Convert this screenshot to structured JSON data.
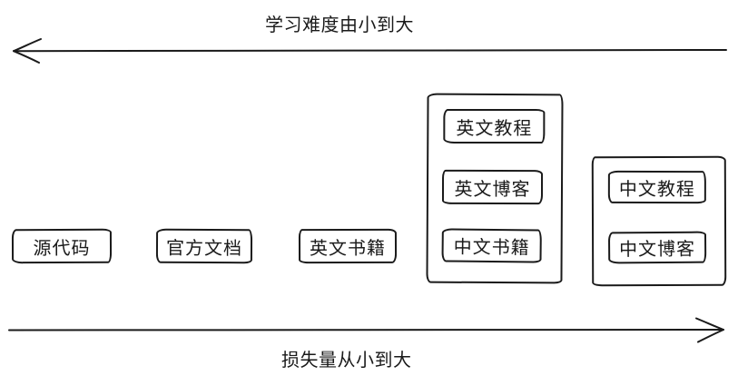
{
  "diagram": {
    "top_axis": {
      "label": "学习难度由小到大",
      "direction": "left"
    },
    "bottom_axis": {
      "label": "损失量从小到大",
      "direction": "right"
    },
    "nodes": {
      "source_code": "源代码",
      "official_docs": "官方文档",
      "english_books": "英文书籍",
      "english_tutorials": "英文教程",
      "english_blogs": "英文博客",
      "chinese_books": "中文书籍",
      "chinese_tutorials": "中文教程",
      "chinese_blogs": "中文博客"
    },
    "colors": {
      "ink": "#1a1a1a",
      "background": "#ffffff"
    }
  }
}
